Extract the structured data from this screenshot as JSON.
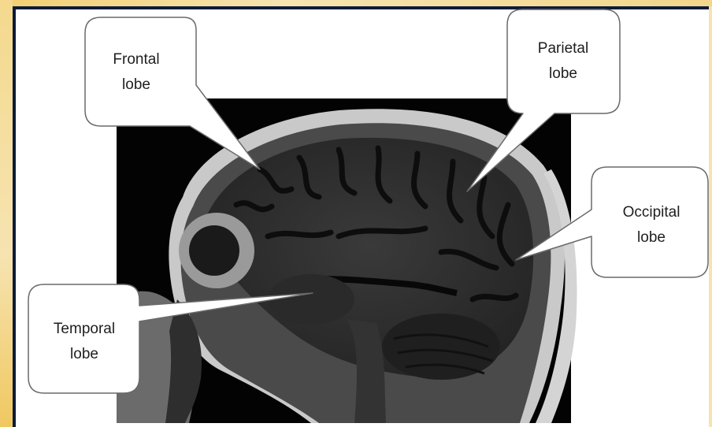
{
  "labels": {
    "frontal": {
      "line1": "Frontal",
      "line2": "lobe"
    },
    "parietal": {
      "line1": "Parietal",
      "line2": "lobe"
    },
    "occipital": {
      "line1": "Occipital",
      "line2": "lobe"
    },
    "temporal": {
      "line1": "Temporal",
      "line2": "lobe"
    }
  },
  "colors": {
    "frame_border": "#0b1b3a",
    "slide_background": "#f6e3b0",
    "scan_background": "#000000",
    "callout_fill": "#ffffff",
    "callout_stroke": "#6a6a6a"
  }
}
